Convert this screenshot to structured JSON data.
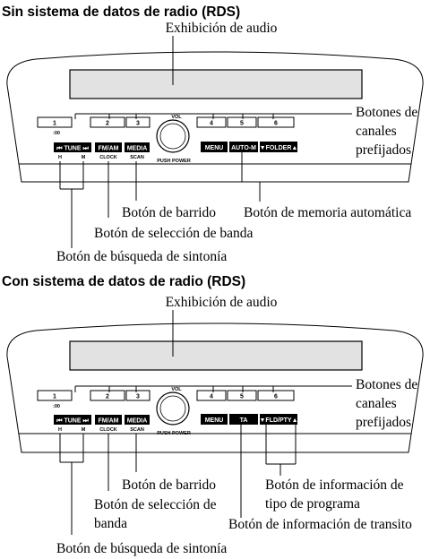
{
  "section1": {
    "heading": "Sin sistema de datos de radio (RDS)",
    "display_label": "Exhibición de audio",
    "preset_label_lines": [
      "Botones de",
      "canales",
      "prefijados"
    ],
    "scan_label": "Botón de barrido",
    "auto_memory_label": "Botón de memoria automática",
    "band_label": "Botón de selección de banda",
    "tune_label": "Botón de búsqueda de sintonía"
  },
  "section2": {
    "heading": "Con sistema de datos de radio (RDS)",
    "display_label": "Exhibición de audio",
    "preset_label_lines": [
      "Botones de",
      "canales",
      "prefijados"
    ],
    "scan_label": "Botón de barrido",
    "band_label_lines": [
      "Botón de selección de",
      "banda"
    ],
    "pty_label_lines": [
      "Botón de información de",
      "tipo de programa"
    ],
    "ta_label": "Botón de información de transito",
    "tune_label": "Botón de búsqueda de sintonía"
  },
  "panel1": {
    "presets": [
      "1",
      "2",
      "3",
      "4",
      "5",
      "6"
    ],
    "colon00": ":00",
    "vol": "VOL",
    "push_power": "PUSH POWER",
    "tune": "⏮ TUNE ⏭",
    "fmam": "FM/AM",
    "media": "MEDIA",
    "h": "H",
    "m": "M",
    "clock": "CLOCK",
    "scan": "SCAN",
    "menu": "MENU",
    "right_mid": "AUTO-M",
    "right_end": "▼FOLDER▲"
  },
  "panel2": {
    "presets": [
      "1",
      "2",
      "3",
      "4",
      "5",
      "6"
    ],
    "colon00": ":00",
    "vol": "VOL",
    "push_power": "PUSH POWER",
    "tune": "⏮ TUNE ⏭",
    "fmam": "FM/AM",
    "media": "MEDIA",
    "h": "H",
    "m": "M",
    "clock": "CLOCK",
    "scan": "SCAN",
    "menu": "MENU",
    "right_mid": "TA",
    "right_end": "▼FLD/PTY▲"
  }
}
